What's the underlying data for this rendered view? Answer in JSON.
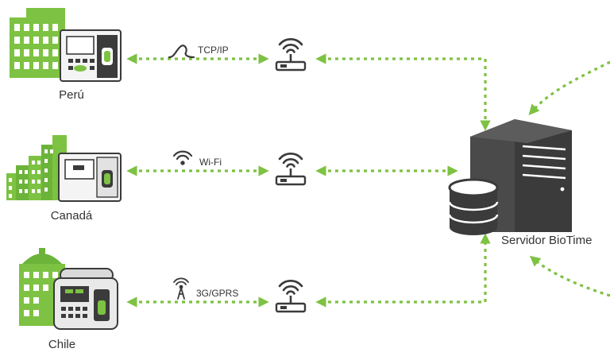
{
  "colors": {
    "accent": "#7dc242",
    "accent_dark": "#4e9a2a",
    "device": "#3b3b3b",
    "device_light": "#d9d9d9",
    "text": "#333333"
  },
  "sites": [
    {
      "label": "Perú",
      "connection": "TCP/IP",
      "connection_icon": "cable-icon"
    },
    {
      "label": "Canadá",
      "connection": "Wi-Fi",
      "connection_icon": "wifi-icon"
    },
    {
      "label": "Chile",
      "connection": "3G/GPRS",
      "connection_icon": "antenna-icon"
    }
  ],
  "server": {
    "label": "Servidor BioTime",
    "icon": "server-database-icon"
  },
  "icons": {
    "router": "router-icon",
    "building": "building-icon",
    "terminal": "terminal-icon"
  }
}
